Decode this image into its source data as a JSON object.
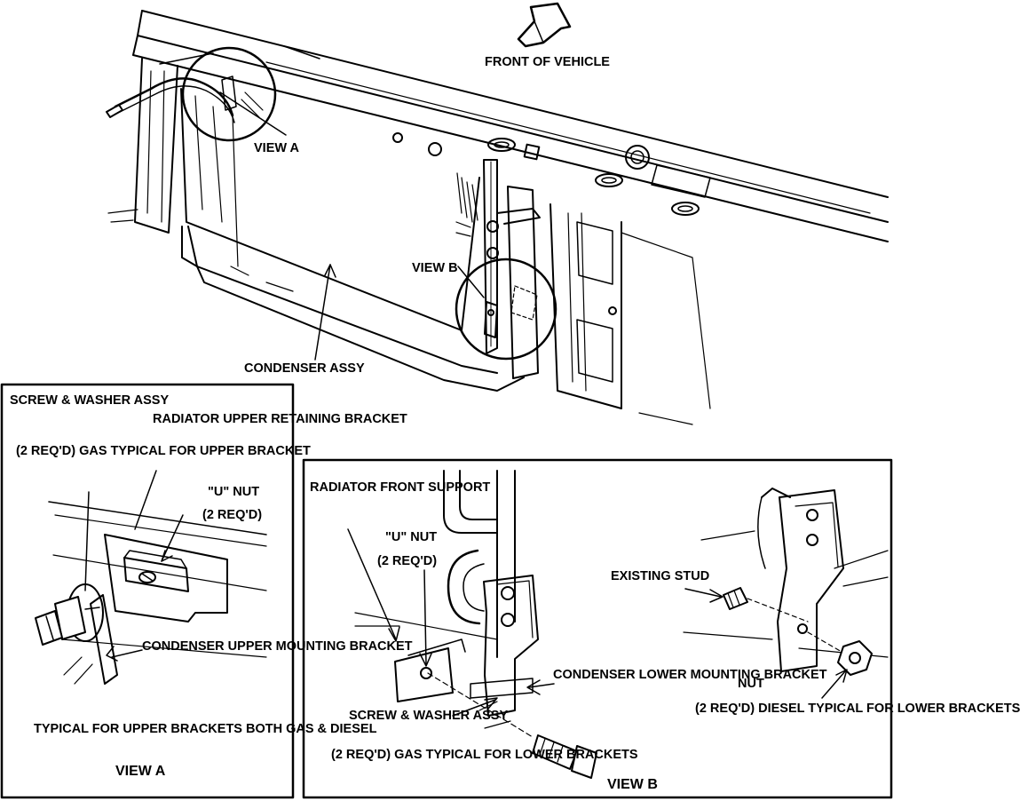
{
  "main": {
    "front_of_vehicle": "FRONT OF\nVEHICLE",
    "view_a": "VIEW A",
    "view_b": "VIEW B",
    "condenser_assy": "CONDENSER ASSY"
  },
  "view_a_panel": {
    "screw_washer": "SCREW &\nWASHER ASSY",
    "radiator_upper_bracket": "RADIATOR UPPER\nRETAINING\nBRACKET",
    "req_gas_upper": "(2 REQ'D)\nGAS TYPICAL FOR\nUPPER BRACKET",
    "u_nut": "\"U\" NUT",
    "u_nut_req": "(2 REQ'D)",
    "condenser_upper_bracket": "CONDENSER\nUPPER\nMOUNTING\nBRACKET",
    "typical_note": "TYPICAL FOR UPPER BRACKETS\nBOTH GAS & DIESEL",
    "title": "VIEW A"
  },
  "view_b_panel": {
    "radiator_front_support": "RADIATOR\nFRONT\nSUPPORT",
    "u_nut": "\"U\" NUT",
    "u_nut_req": "(2 REQ'D)",
    "existing_stud": "EXISTING\nSTUD",
    "condenser_lower_bracket": "CONDENSER\nLOWER MOUNTING\nBRACKET",
    "nut": "NUT",
    "diesel_note": "(2 REQ'D)\nDIESEL TYPICAL FOR\nLOWER BRACKETS",
    "screw_washer": "SCREW &\nWASHER ASSY",
    "gas_note": "(2 REQ'D)\nGAS TYPICAL FOR LOWER\nBRACKETS",
    "title": "VIEW B"
  }
}
